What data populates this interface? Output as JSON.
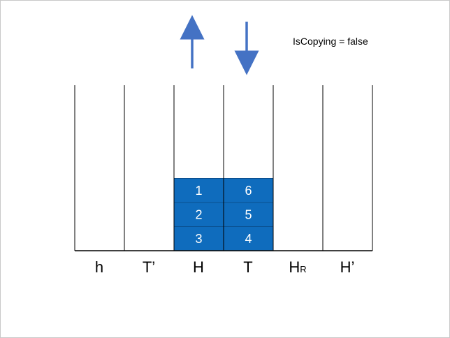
{
  "status": {
    "text": "IsCopying = false"
  },
  "columns": [
    {
      "label": "h"
    },
    {
      "label": "T’"
    },
    {
      "label": "H"
    },
    {
      "label": "T"
    },
    {
      "label": "H",
      "sub": "R"
    },
    {
      "label": "H’"
    }
  ],
  "stacks": [
    {
      "column": "H",
      "values": [
        "1",
        "2",
        "3"
      ]
    },
    {
      "column": "T",
      "values": [
        "6",
        "5",
        "4"
      ]
    }
  ],
  "arrows": [
    {
      "column": "H",
      "direction": "up"
    },
    {
      "column": "T",
      "direction": "down"
    }
  ],
  "colors": {
    "block_fill": "#0f6cbd",
    "block_border": "#0a4f8f",
    "block_text": "#ffffff",
    "arrow": "#4472c4",
    "line": "#000000"
  }
}
